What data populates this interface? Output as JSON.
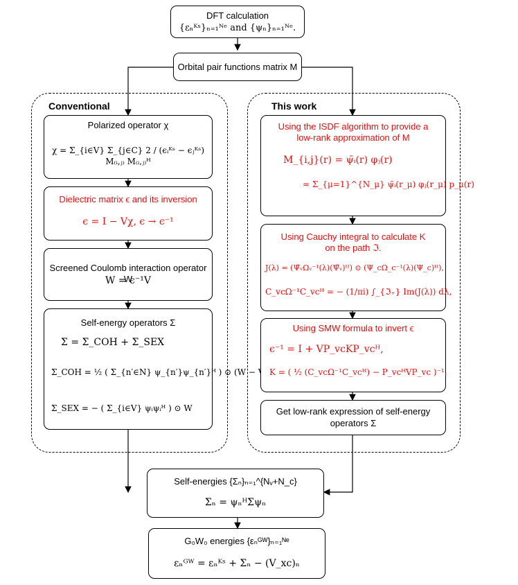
{
  "dft": {
    "title": "DFT calculation",
    "formula": "{εₙᴷˢ}ₙ₌₁ᴺᵉ and {ψₙ}ₙ₌₁ᴺᵉ."
  },
  "pair": {
    "label": "Orbital pair functions matrix M"
  },
  "conventional": {
    "title": "Conventional",
    "chi": {
      "title": "Polarized operator χ",
      "formula": "χ = Σ_{i∈V} Σ_{j∈C}  2 / (ϵᵢᴷˢ − ϵⱼᴷˢ)  M₍ᵢ,ⱼ₎ M₍ᵢ,ⱼ₎ᴴ"
    },
    "eps": {
      "title": "Dielectric matrix ϵ and its inversion",
      "formula": "ϵ = I − Vχ,        ϵ → ϵ⁻¹"
    },
    "w": {
      "title": "Screened Coulomb interaction operator W",
      "formula": "W = ϵ⁻¹V"
    },
    "sigma": {
      "title": "Self-energy operators Σ",
      "line1": "Σ = Σ_COH + Σ_SEX",
      "line2": "Σ_COH = ½ ( Σ_{n′∈N} ψ_{n′}ψ_{n′}ᴴ ) ⊙ (W − V)",
      "line3": "Σ_SEX = − ( Σ_{i∈V} ψᵢψᵢᴴ ) ⊙ W"
    }
  },
  "thiswork": {
    "title": "This work",
    "isdf": {
      "title1": "Using the ISDF algorithm to provide a",
      "title2": "low-rank approximation of M",
      "line1": "M_{i,j}(r) = ψ̄ᵢ(r) φⱼ(r)",
      "line2": "≈ Σ_{μ=1}^{N_μ} ψ̄ᵢ(r_μ) φⱼ(r_μ) p_μ(r)"
    },
    "cauchy": {
      "title1": "Using Cauchy integral to calculate K",
      "title2": "on the path ℑ.",
      "line1": "J(λ) = (Ψ̄ᵥΩᵥ⁻¹(λ)(Ψ̄ᵥ)ᴴ) ⊙ (Ψ_cΩ_c⁻¹(λ)(Ψ_c)ᴴ),",
      "line2": "C_vcΩ⁻¹C_vcᴴ = − (1/πi) ∫_{ℑ₊} Im(J(λ)) dλ,"
    },
    "smw": {
      "title": "Using SMW formula to invert ϵ",
      "line1": "ϵ⁻¹ = I + VP_vcKP_vcᴴ,",
      "line2": "K = ( ½ (C_vcΩ⁻¹C_vcᴴ) − P_vcᴴVP_vc )⁻¹."
    },
    "lowrank": {
      "title1": "Get low-rank expression of self-energy",
      "title2": "operators Σ"
    }
  },
  "selfenergies": {
    "title": "Self-energies {Σₙ}ₙ₌₁^{Nᵥ+N_c}",
    "formula": "Σₙ = ψₙᴴΣψₙ"
  },
  "g0w0": {
    "title": "G₀W₀ energies {εₙᴳᵂ}ₙ₌₁ᴺᵉ",
    "formula": "εₙᴳᵂ = εₙᴷˢ + Σₙ − (V_xc)ₙ"
  }
}
